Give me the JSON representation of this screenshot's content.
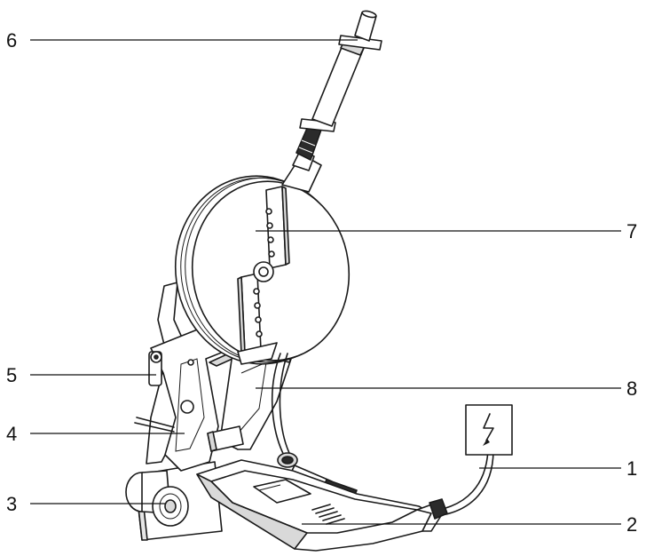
{
  "callouts": [
    {
      "id": "1",
      "label": "1"
    },
    {
      "id": "2",
      "label": "2"
    },
    {
      "id": "3",
      "label": "3"
    },
    {
      "id": "4",
      "label": "4"
    },
    {
      "id": "5",
      "label": "5"
    },
    {
      "id": "6",
      "label": "6"
    },
    {
      "id": "7",
      "label": "7"
    },
    {
      "id": "8",
      "label": "8"
    }
  ],
  "colors": {
    "line": "#1a1a1a",
    "fill": "#ffffff",
    "shade": "#d9d9d9",
    "dark": "#2b2b2b"
  },
  "icons": {
    "warning": "high-voltage-icon"
  }
}
